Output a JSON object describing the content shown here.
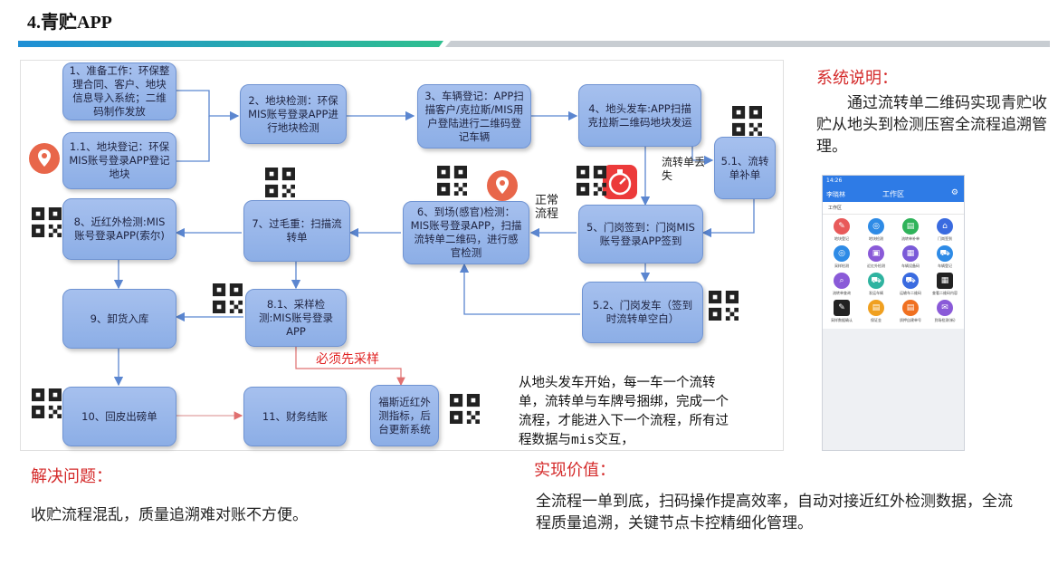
{
  "page": {
    "title": "4.青贮APP"
  },
  "flow": {
    "nodes": {
      "n1": "1、准备工作：环保整理合同、客户、地块信息导入系统；二维码制作发放",
      "n1_1": "1.1、地块登记：环保MIS账号登录APP登记地块",
      "n2": "2、地块检测：环保MIS账号登录APP进行地块检测",
      "n3": "3、车辆登记：APP扫描客户/克拉斯/MIS用户登陆进行二维码登记车辆",
      "n4": "4、地头发车:APP扫描克拉斯二维码地块发运",
      "n5_1": "5.1、流转单补单",
      "n5": "5、门岗签到：门岗MIS账号登录APP签到",
      "n5_2": "5.2、门岗发车（签到时流转单空白）",
      "n6": "6、到场(感官)检测：MIS账号登录APP，扫描流转单二维码，进行感官检测",
      "n7": "7、过毛重：扫描流转单",
      "n8": "8、近红外检测:MIS账号登录APP(索尔)",
      "n8_1": "8.1、采样检测:MIS账号登录APP",
      "n9": "9、卸货入库",
      "n10": "10、回皮出磅单",
      "n11": "11、财务结账",
      "nir": "福斯近红外测指标，后台更新系统"
    },
    "labels": {
      "lost": "流转单丢失",
      "normal": "正常流程",
      "must_sample": "必须先采样"
    },
    "note": "从地头发车开始，每一车一个流转单，流转单与车牌号捆绑，完成一个流程，才能进入下一个流程，所有过程数据与mis交互，"
  },
  "system": {
    "heading": "系统说明：",
    "body": "通过流转单二维码实现青贮收贮从地头到检测压窖全流程追溯管理。"
  },
  "problem": {
    "heading": "解决问题：",
    "body": "收贮流程混乱，质量追溯难对账不方便。"
  },
  "value": {
    "heading": "实现价值：",
    "body": "全流程一单到底，扫码操作提高效率，自动对接近红外检测数据，全流程质量追溯，关键节点卡控精细化管理。"
  },
  "phone": {
    "status": "14:26",
    "user": "李晓林",
    "title": "工作区",
    "section": "工作区",
    "apps": [
      {
        "icon": "edit-icon",
        "color": "#e85a5a",
        "label": "地块登记"
      },
      {
        "icon": "target-icon",
        "color": "#2e8be6",
        "label": "地块检测"
      },
      {
        "icon": "doc-icon",
        "color": "#2fb35a",
        "label": "流转单补单"
      },
      {
        "icon": "bank-icon",
        "color": "#3a6be0",
        "label": "门岗签到"
      },
      {
        "icon": "target-icon",
        "color": "#2e8be6",
        "label": "采样检测"
      },
      {
        "icon": "box-icon",
        "color": "#8a5ad8",
        "label": "近红外检测"
      },
      {
        "icon": "grid-icon",
        "color": "#7a5ad8",
        "label": "车辆设备码"
      },
      {
        "icon": "truck-icon",
        "color": "#2e8be6",
        "label": "车辆登记"
      },
      {
        "icon": "search-icon",
        "color": "#8a5ad8",
        "label": "流转单查询"
      },
      {
        "icon": "truck-icon",
        "color": "#2fb3a0",
        "label": "发运车辆"
      },
      {
        "icon": "truck-icon",
        "color": "#3a6be0",
        "label": "运输车二维码"
      },
      {
        "icon": "qr-icon",
        "color": "#222222",
        "label": "查看二维码内容"
      },
      {
        "icon": "edit-icon",
        "color": "#222222",
        "label": "采样数据确认"
      },
      {
        "icon": "doc-icon",
        "color": "#f0a020",
        "label": "保证金"
      },
      {
        "icon": "doc-icon",
        "color": "#f07020",
        "label": "质押自建单号"
      },
      {
        "icon": "chat-icon",
        "color": "#8a5ad8",
        "label": "到场检测(新)"
      }
    ]
  },
  "colors": {
    "node_fill": "#98b6ea",
    "node_border": "#6f93d2",
    "arrow": "#5b86d0",
    "accent_red": "#d42a2a",
    "rule_blue": "#1f8fd6",
    "rule_green": "#2fbf8f",
    "rule_gray": "#c8cdd2"
  }
}
